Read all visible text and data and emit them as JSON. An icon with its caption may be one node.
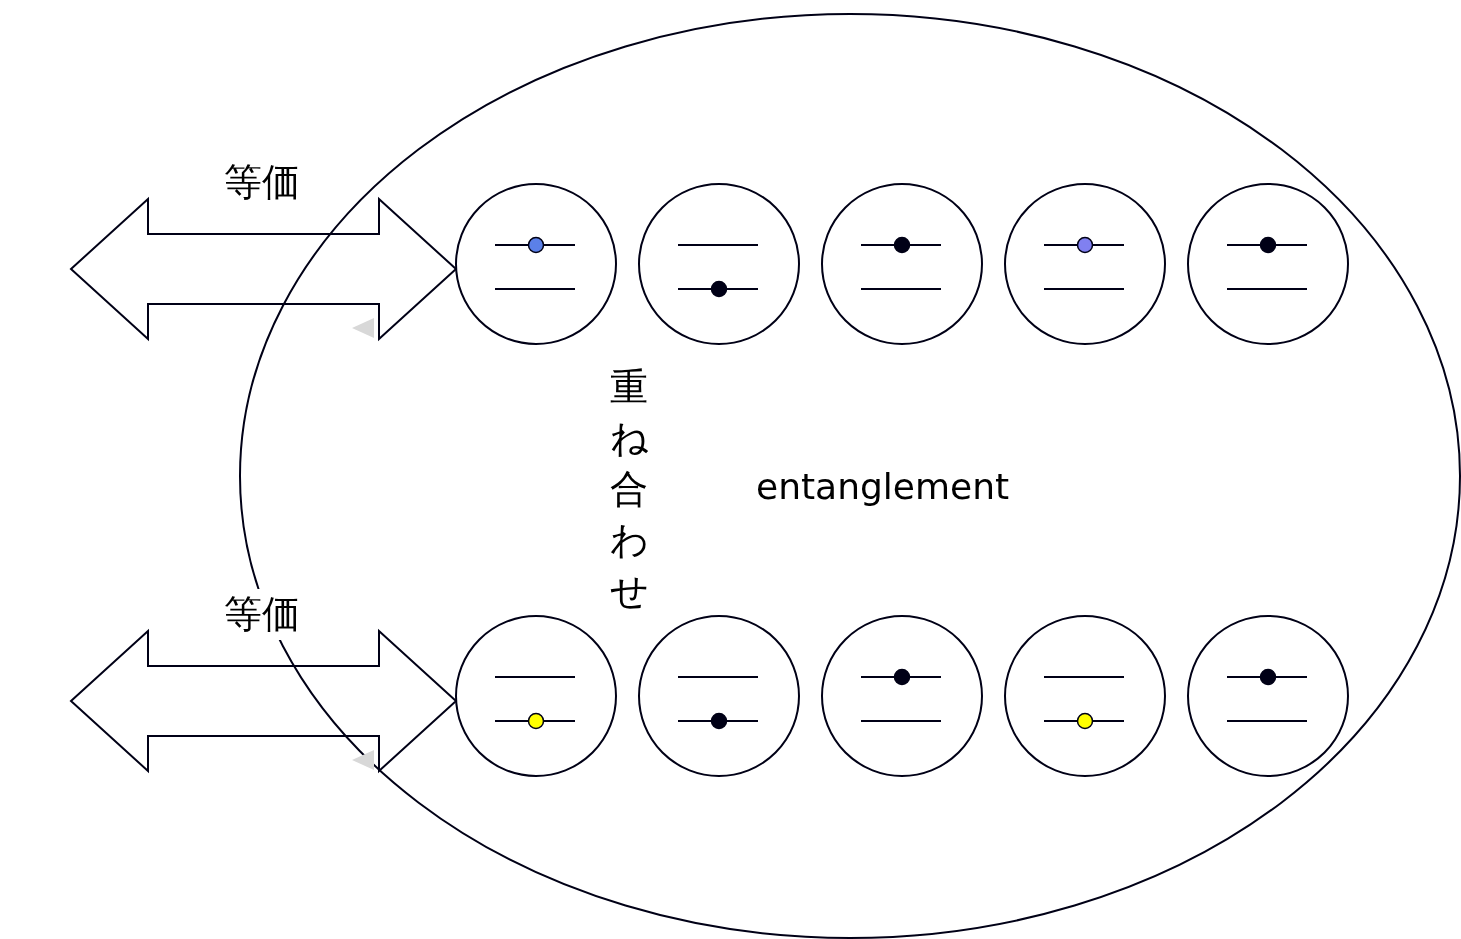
{
  "diagram": {
    "nodes": [
      {
        "text": [
          "重ね合わせ",
          "entanglement"
        ]
      },
      {
        "text": [],
        "shape": "circle",
        "in": 0
      },
      {
        "text": [],
        "shape": "circle",
        "in": 0
      },
      {
        "text": [],
        "shape": "circle",
        "in": 0
      },
      {
        "text": [],
        "shape": "circle",
        "in": 0
      },
      {
        "text": [],
        "shape": "circle",
        "in": 0
      },
      {
        "text": [],
        "shape": "circle",
        "in": 0
      },
      {
        "text": [],
        "shape": "circle",
        "in": 0
      },
      {
        "text": [],
        "shape": "circle",
        "in": 0
      },
      {
        "text": [],
        "shape": "circle",
        "in": 0
      },
      {
        "text": [],
        "shape": "circle",
        "in": 0
      }
    ],
    "edges": [
      {
        "from": null,
        "to": 1,
        "arrow": "both",
        "label": "等価"
      },
      {
        "from": null,
        "to": 6,
        "arrow": "both",
        "label": "等価"
      }
    ]
  }
}
